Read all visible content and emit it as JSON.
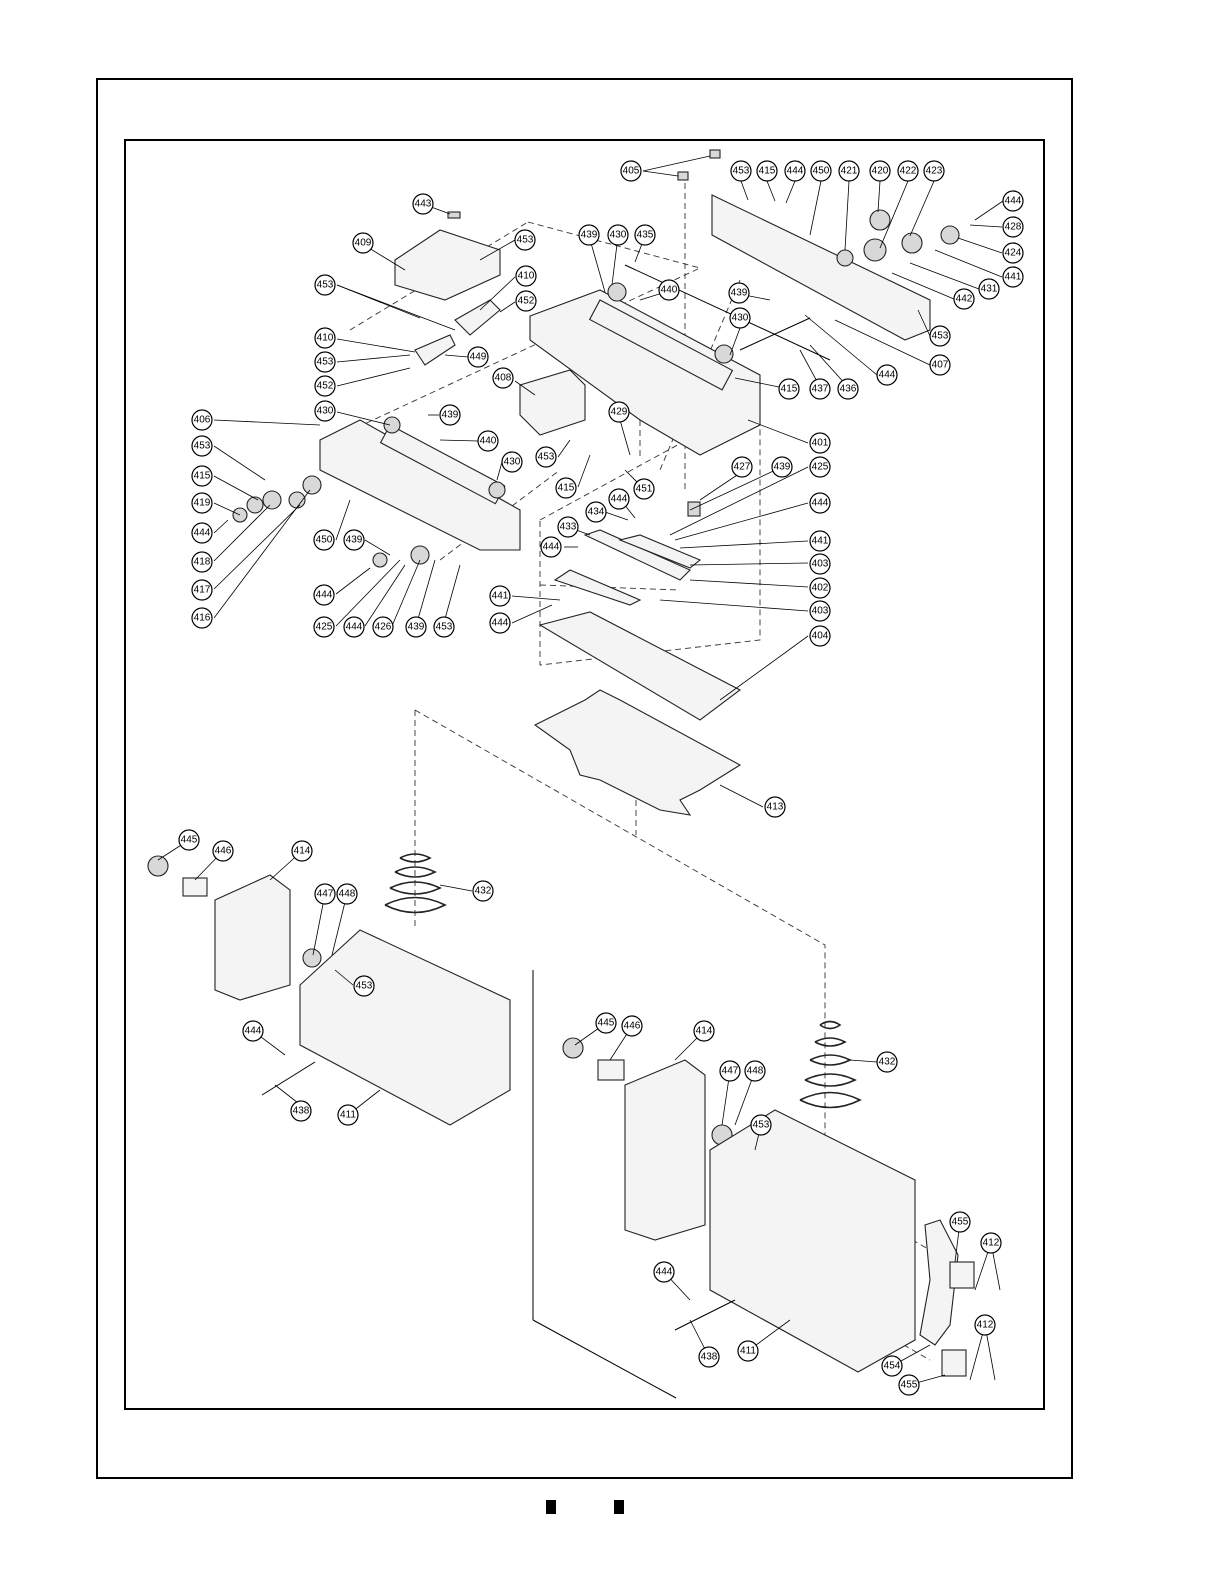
{
  "diagram": {
    "type": "exploded-parts-view",
    "callouts": {
      "c405": "405",
      "c453a": "453",
      "c415a": "415",
      "c444a": "444",
      "c450a": "450",
      "c421": "421",
      "c420": "420",
      "c422": "422",
      "c423": "423",
      "c444b": "444",
      "c428": "428",
      "c424": "424",
      "c441a": "441",
      "c431": "431",
      "c442": "442",
      "c453b": "453",
      "c407": "407",
      "c444c": "444",
      "c436": "436",
      "c437": "437",
      "c415b": "415",
      "c430a": "430",
      "c439a": "439",
      "c440a": "440",
      "c435": "435",
      "c430b": "430",
      "c439b": "439",
      "c443": "443",
      "c409": "409",
      "c453c": "453",
      "c410a": "410",
      "c452a": "452",
      "c453d": "453",
      "c410b": "410",
      "c453e": "453",
      "c449": "449",
      "c452b": "452",
      "c408": "408",
      "c439c": "439",
      "c406": "406",
      "c430c": "430",
      "c440b": "440",
      "c430d": "430",
      "c453f": "453",
      "c415c": "415",
      "c419": "419",
      "c444d": "444",
      "c418": "418",
      "c417": "417",
      "c416": "416",
      "c450b": "450",
      "c439d": "439",
      "c444e": "444",
      "c425a": "425",
      "c444f": "444",
      "c426": "426",
      "c439e": "439",
      "c453g": "453",
      "c453h": "453",
      "c415d": "415",
      "c429": "429",
      "c451": "451",
      "c427": "427",
      "c439f": "439",
      "c425b": "425",
      "c401": "401",
      "c444g": "444",
      "c434": "434",
      "c433": "433",
      "c444h": "444",
      "c441b": "441",
      "c403a": "403",
      "c402": "402",
      "c403b": "403",
      "c441c": "441",
      "c444i": "444",
      "c404": "404",
      "c413": "413",
      "c445a": "445",
      "c446a": "446",
      "c414a": "414",
      "c447a": "447",
      "c448a": "448",
      "c432a": "432",
      "c453i": "453",
      "c444j": "444",
      "c438a": "438",
      "c411a": "411",
      "c445b": "445",
      "c446b": "446",
      "c414b": "414",
      "c447b": "447",
      "c448b": "448",
      "c432b": "432",
      "c453j": "453",
      "c455a": "455",
      "c412a": "412",
      "c444k": "444",
      "c438b": "438",
      "c411b": "411",
      "c454": "454",
      "c455b": "455",
      "c412b": "412"
    }
  },
  "colors": {
    "line": "#000000",
    "part_fill": "#f4f4f4",
    "part_shade": "#d8d8d8",
    "background": "#ffffff"
  }
}
